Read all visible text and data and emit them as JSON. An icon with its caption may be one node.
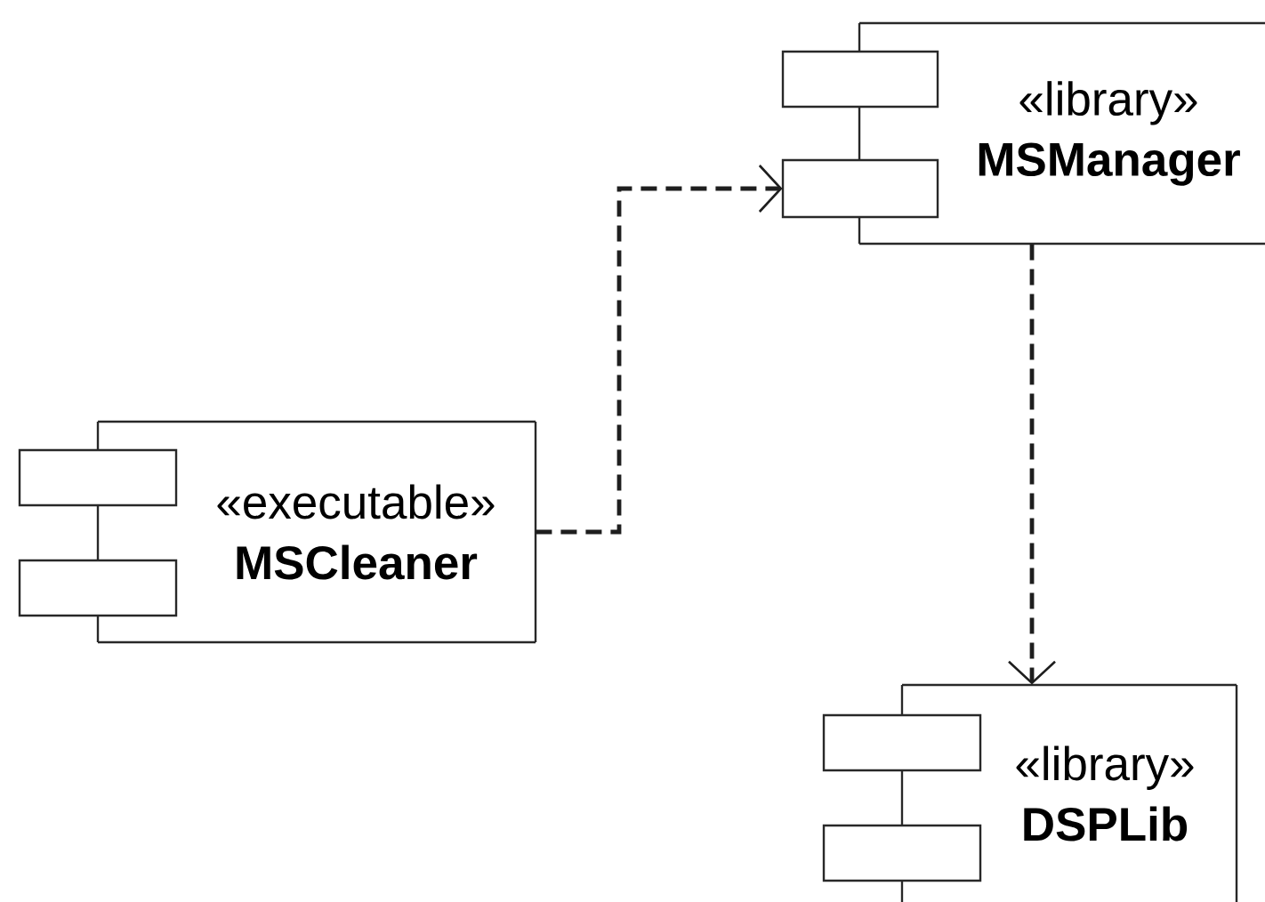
{
  "diagram": {
    "nodes": [
      {
        "text": [
          "«library»",
          "MSManager"
        ]
      },
      {
        "text": [
          "«executable»",
          "MSCleaner"
        ]
      },
      {
        "text": [
          "«library»",
          "DSPLib"
        ]
      }
    ],
    "edges": [
      {
        "from": 1,
        "to": 0,
        "arrow": "to",
        "style": "dashed"
      },
      {
        "from": 0,
        "to": 2,
        "arrow": "to",
        "style": "dashed"
      }
    ]
  }
}
